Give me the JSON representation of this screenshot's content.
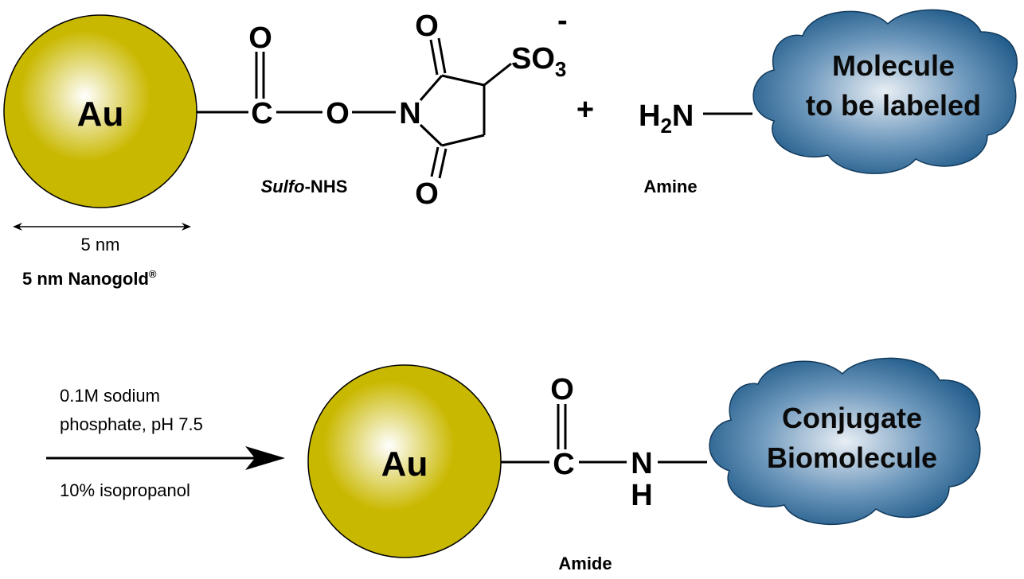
{
  "colors": {
    "gold": "#c9b800",
    "gold_highlight": "#ffffff",
    "cloud_dark": "#0e4d7e",
    "cloud_light": "#e8eef4"
  },
  "reactants": {
    "particle_label": "Au",
    "carbonyl_o": "O",
    "carbon": "C",
    "ester_o": "O",
    "nitrogen": "N",
    "ring_o_top": "O",
    "ring_o_bottom": "O",
    "sulfonate": "SO",
    "sulfonate_sub": "3",
    "sulfonate_charge": "-",
    "sulfo_nhs_italic": "Sulfo",
    "sulfo_nhs_rest": "-NHS",
    "plus": "+",
    "amine_h": "H",
    "amine_sub": "2",
    "amine_n": "N",
    "amine_label": "Amine",
    "cloud_line1": "Molecule",
    "cloud_line2": "to be labeled",
    "size_label": "5 nm",
    "nanogold_label": "5 nm Nanogold",
    "nanogold_reg": "®"
  },
  "conditions": {
    "line1": "0.1M sodium",
    "line2": "phosphate, pH 7.5",
    "line3": "10% isopropanol"
  },
  "product": {
    "particle_label": "Au",
    "carbonyl_o": "O",
    "carbon": "C",
    "nitrogen": "N",
    "hydrogen": "H",
    "amide_label": "Amide",
    "cloud_line1": "Conjugate",
    "cloud_line2": "Biomolecule"
  }
}
